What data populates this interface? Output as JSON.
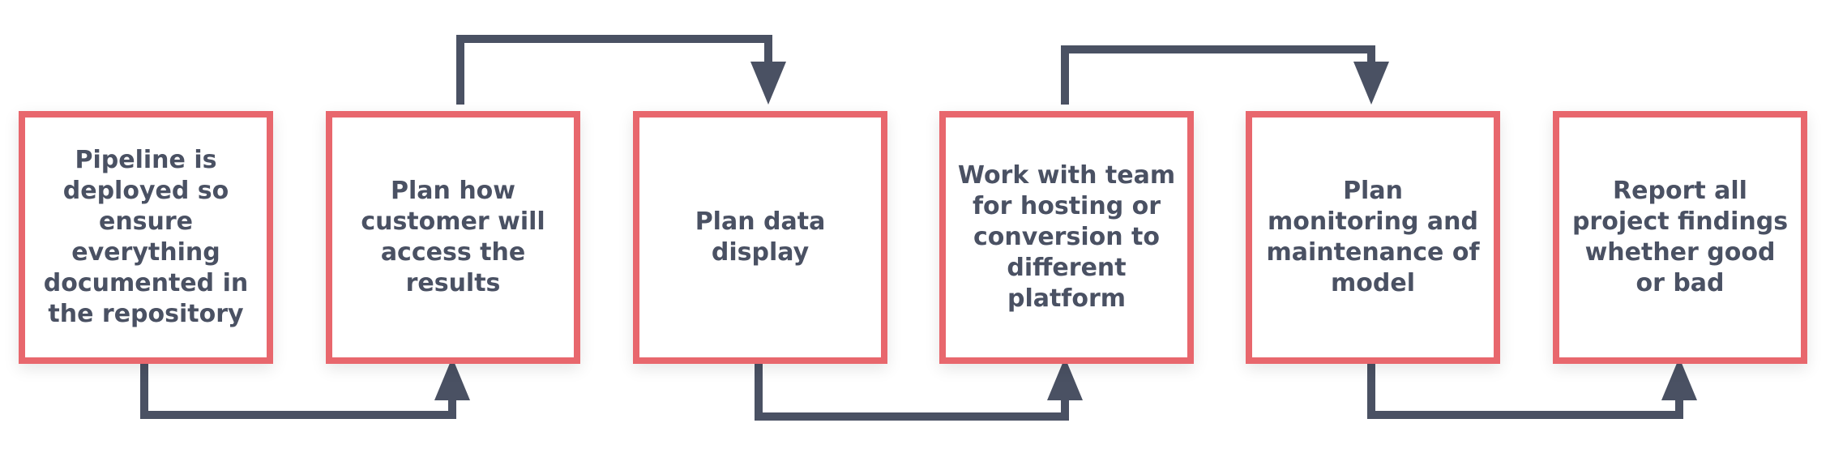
{
  "steps": [
    {
      "text": "Pipeline is deployed so ensure everything documented in the repository"
    },
    {
      "text": "Plan how customer will access the results"
    },
    {
      "text": "Plan data display"
    },
    {
      "text": "Work with team for hosting or conversion to different platform"
    },
    {
      "text": "Plan monitoring and maintenance of model"
    },
    {
      "text": "Report all project findings whether good or bad"
    }
  ],
  "colors": {
    "box_border": "#e8676d",
    "text": "#4a5163",
    "connector": "#4a5163"
  }
}
